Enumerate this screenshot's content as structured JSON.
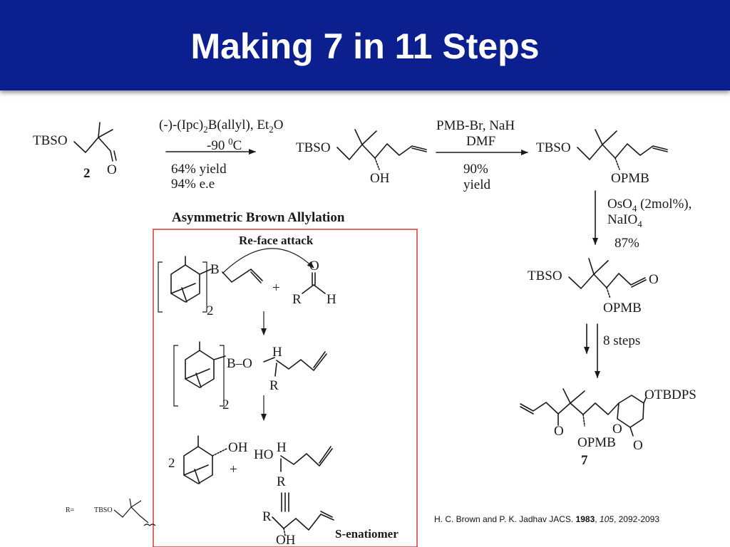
{
  "slide": {
    "title": "Making 7 in 11 Steps"
  },
  "labels": {
    "tbso": "TBSO",
    "oh": "OH",
    "opmb": "OPMB",
    "o": "O",
    "otbdps": "OTBDPS",
    "cmpd2": "2",
    "cmpd7": "7"
  },
  "step1": {
    "reagent_prefix": "(-)-(Ipc)",
    "reagent_sub": "2",
    "reagent_suffix": "B(allyl), Et",
    "solvent_sub": "2",
    "solvent_suffix": "O",
    "temp_prefix": "-90 ",
    "temp_sup": "0",
    "temp_suffix": "C",
    "yield": "64% yield",
    "ee": "94% e.e"
  },
  "step2": {
    "line1": "PMB-Br, NaH",
    "line2": "DMF",
    "line3": "90%",
    "line4": "yield"
  },
  "step3": {
    "line1_prefix": "OsO",
    "line1_sub": "4",
    "line1_suffix": " (2mol%),",
    "line2_prefix": "NaIO",
    "line2_sub": "4",
    "line3": "87%"
  },
  "step4": {
    "label": "8 steps"
  },
  "mechanism": {
    "heading": "Asymmetric Brown Allylation",
    "attack_label": "Re-face attack",
    "boron": "B",
    "plus": "+",
    "r": "R",
    "h": "H",
    "o": "O",
    "oh": "OH",
    "ho": "HO",
    "b_o": "B–O",
    "two": "2",
    "product_label": "S-enatiomer",
    "r_def": "R=",
    "r_def_tbso": "TBSO"
  },
  "citation": {
    "authors": "H. C. Brown and P. K. Jadhav JACS. ",
    "year": "1983",
    "sep1": ", ",
    "volume": "105",
    "pages": ", 2092-2093"
  }
}
